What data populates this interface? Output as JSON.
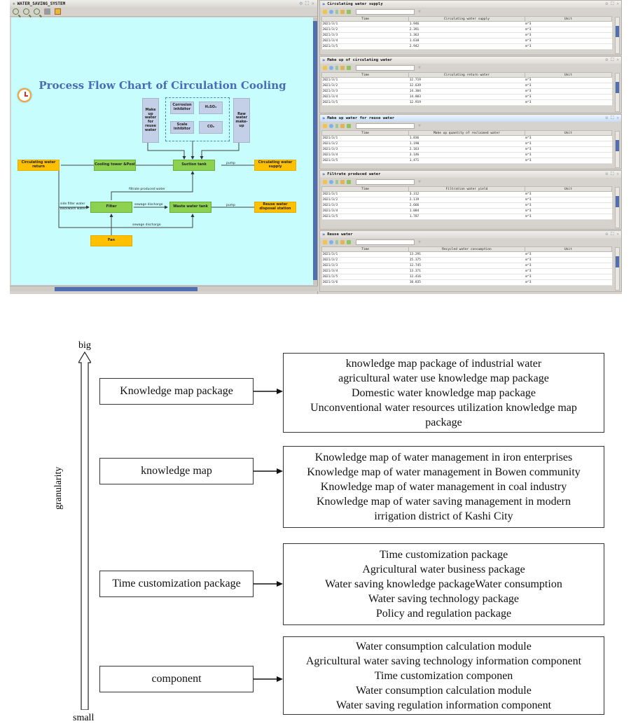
{
  "left_window": {
    "title": "WATER_SAVING_SYSTEM",
    "toolbar_icons": [
      "zoom-in-icon",
      "zoom-out-icon",
      "zoom-fit-icon",
      "print-icon",
      "export-icon"
    ],
    "flow_chart": {
      "title": "Process Flow Chart of Circulation Cooling",
      "nodes": {
        "circ_return": "Circulating water return",
        "cooling_tower": "Cooling tower &Pool",
        "suction_tank": "Suction tank",
        "circ_supply": "Circulating water supply",
        "makeup_reuse": "Make up water for reuse water",
        "corrosion": "Corrosion inhibitor",
        "h2so4": "H₂SO₄",
        "scale": "Scale inhibitor",
        "co2": "CO₂",
        "raw_makeup": "Raw water make-up",
        "filter": "Filter",
        "waste_tank": "Waste water tank",
        "reuse_station": "Reuse water disposal station",
        "fan": "Fan"
      },
      "edge_labels": {
        "pump1": "pump",
        "pump2": "pump",
        "filtrate": "filtrate produced water",
        "side_filter": "side filter water",
        "backwash": "backwash water",
        "sewage1": "sewage discharge",
        "sewage2": "sewage discharge"
      }
    }
  },
  "panels": [
    {
      "title": "Circulating water supply",
      "columns": [
        "Time",
        "Circulating water supply",
        "Unit"
      ],
      "rows": [
        [
          "2021/3/1",
          "1.946",
          "m^3"
        ],
        [
          "2021/3/2",
          "2.391",
          "m^3"
        ],
        [
          "2021/3/3",
          "1.363",
          "m^3"
        ],
        [
          "2021/3/4",
          "1.618",
          "m^3"
        ],
        [
          "2021/3/5",
          "2.942",
          "m^3"
        ]
      ]
    },
    {
      "title": "Make up of circulating water",
      "columns": [
        "Time",
        "Circulating return water",
        "Unit"
      ],
      "rows": [
        [
          "2021/3/1",
          "12.719",
          "m^3"
        ],
        [
          "2021/3/2",
          "12.639",
          "m^3"
        ],
        [
          "2021/3/3",
          "14.304",
          "m^3"
        ],
        [
          "2021/3/4",
          "14.803",
          "m^3"
        ],
        [
          "2021/3/5",
          "12.919",
          "m^3"
        ]
      ]
    },
    {
      "title": "Make up water for reuse water",
      "columns": [
        "Time",
        "Make up quantity of reclaimed water",
        "Unit"
      ],
      "rows": [
        [
          "2021/3/1",
          "1.836",
          "m^3"
        ],
        [
          "2021/3/2",
          "1.190",
          "m^3"
        ],
        [
          "2021/3/3",
          "2.163",
          "m^3"
        ],
        [
          "2021/3/4",
          "3.146",
          "m^3"
        ],
        [
          "2021/3/5",
          "1.471",
          "m^3"
        ]
      ]
    },
    {
      "title": "Filtrate produced water",
      "columns": [
        "Time",
        "Filtration water yield",
        "Unit"
      ],
      "rows": [
        [
          "2021/3/1",
          "3.312",
          "m^3"
        ],
        [
          "2021/3/2",
          "2.119",
          "m^3"
        ],
        [
          "2021/3/3",
          "2.666",
          "m^3"
        ],
        [
          "2021/3/4",
          "1.084",
          "m^3"
        ],
        [
          "2021/3/5",
          "1.787",
          "m^3"
        ]
      ]
    },
    {
      "title": "Reuse water",
      "columns": [
        "Time",
        "Recycled water consumption",
        "Unit"
      ],
      "rows": [
        [
          "2021/3/1",
          "13.291",
          "m^3"
        ],
        [
          "2021/3/2",
          "15.375",
          "m^3"
        ],
        [
          "2021/3/3",
          "12.745",
          "m^3"
        ],
        [
          "2021/3/4",
          "13.371",
          "m^3"
        ],
        [
          "2021/3/5",
          "12.416",
          "m^3"
        ],
        [
          "2021/3/6",
          "10.835",
          "m^3"
        ]
      ]
    }
  ],
  "granularity_diagram": {
    "axis_label": "granularity",
    "top_label": "big",
    "bottom_label": "small",
    "levels": [
      {
        "name": "Knowledge map package",
        "items": [
          "knowledge map package of industrial water",
          "agricultural water use knowledge map package",
          "Domestic water knowledge map package",
          "Unconventional water resources utilization knowledge map",
          "package"
        ]
      },
      {
        "name": "knowledge map",
        "items": [
          "Knowledge map of water management in iron enterprises",
          "Knowledge map of water management in Bowen community",
          "Knowledge map of water management in coal industry",
          "Knowledge map of water saving management in modern",
          "irrigation district of Kashi City"
        ]
      },
      {
        "name": "Time customization package",
        "items": [
          "Time customization package",
          "Agricultural water business package",
          "Water saving knowledge packageWater consumption",
          "Water saving technology package",
          "Policy and regulation package"
        ]
      },
      {
        "name": "component",
        "items": [
          "Water consumption calculation module",
          "Agricultural water saving technology information component",
          "Time customization componen",
          "Water consumption calculation module",
          "Water saving regulation information component"
        ]
      }
    ]
  },
  "colors": {
    "canvas_bg": "#c8fdfd",
    "title_blue": "#4a6bb8",
    "node_orange": "#ffc000",
    "node_green": "#8dd151",
    "node_lavender": "#c4d0e8",
    "scroll_thumb": "#4f6fb0"
  }
}
